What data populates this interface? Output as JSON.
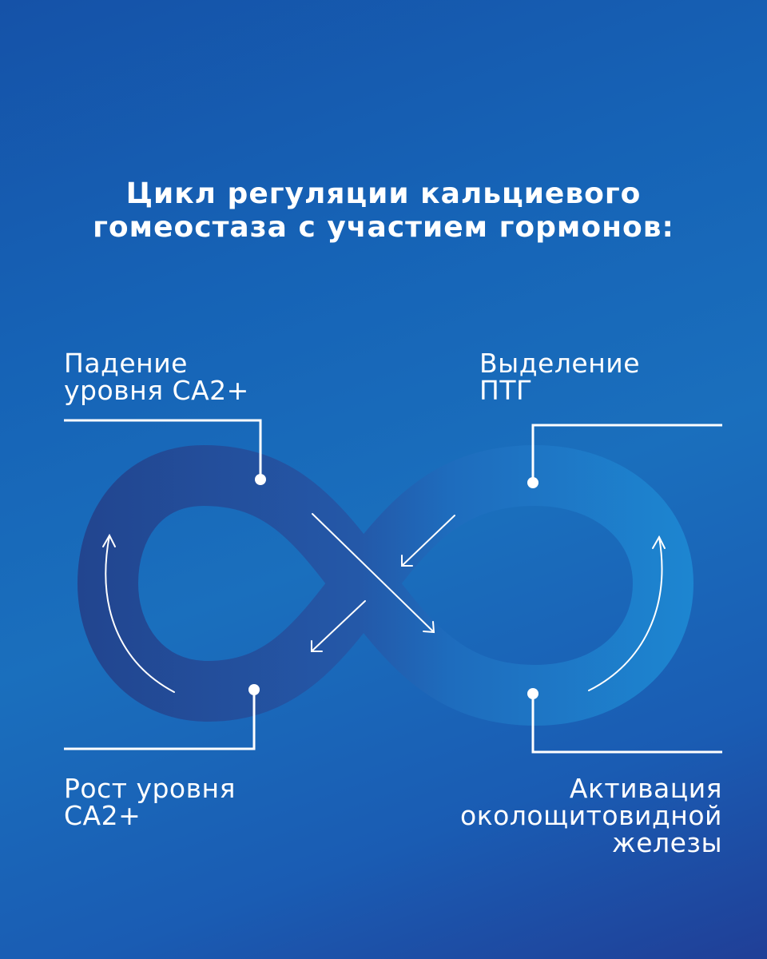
{
  "title": {
    "line1": "Цикл регуляции кальциевого",
    "line2": "гомеостаза с участием гормонов:"
  },
  "labels": {
    "top_left": [
      "Падение",
      "уровня СА2+"
    ],
    "top_right": [
      "Выделение",
      "ПТГ"
    ],
    "bottom_left": [
      "Рост уровня",
      "СА2+"
    ],
    "bottom_right": [
      "Активация",
      "околощитовидной",
      "железы"
    ]
  },
  "colors": {
    "background_top": "#1552a8",
    "background_bottom": "#203f97",
    "loop_left": "#254a9a",
    "loop_right": "#1f7fcc",
    "line": "#ffffff",
    "text": "#ffffff"
  }
}
